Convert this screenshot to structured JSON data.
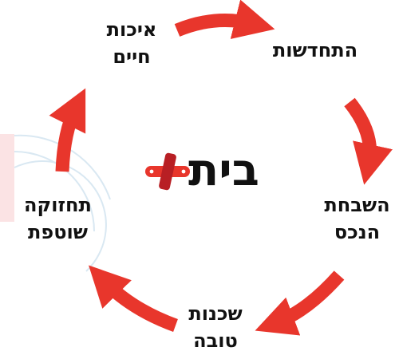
{
  "logo": {
    "word": "בית",
    "icon": "red-plus-icon"
  },
  "cycle": [
    {
      "line1": "איכות",
      "line2": "חיים"
    },
    {
      "line1": "התחדשות",
      "line2": ""
    },
    {
      "line1": "השבחת",
      "line2": "הנכס"
    },
    {
      "line1": "שכנות",
      "line2": "טובה"
    },
    {
      "line1": "תחזוקה",
      "line2": "שוטפת"
    }
  ],
  "colors": {
    "arrow": "#e8362c",
    "text": "#111111",
    "logo_primary": "#e8362c",
    "logo_dark": "#b81f24",
    "watermark": "#d9e8f2",
    "watermark_pink": "#fbe3e4"
  }
}
